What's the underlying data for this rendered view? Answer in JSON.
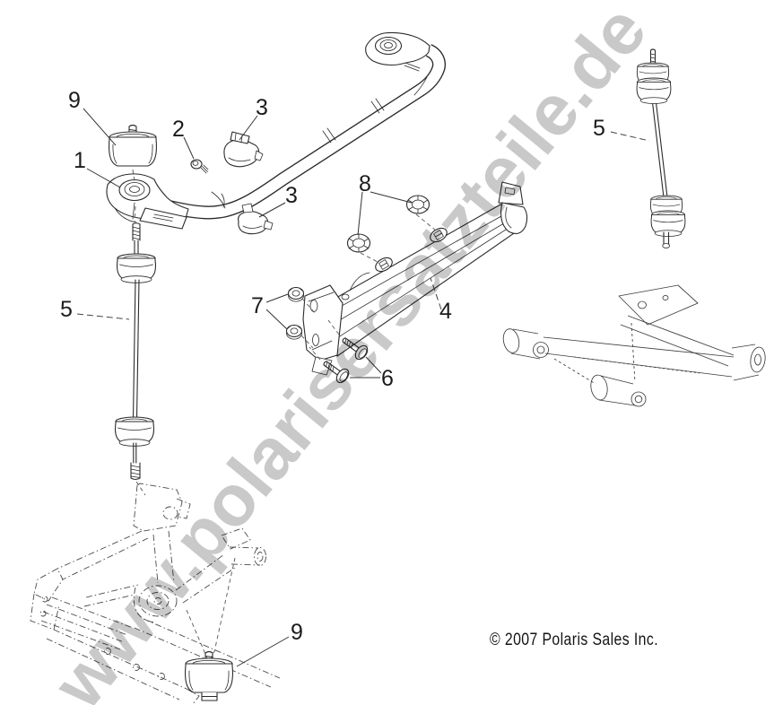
{
  "diagram": {
    "watermark": "www.polarisersatzteile.de",
    "copyright": "© 2007 Polaris Sales Inc.",
    "colors": {
      "background": "#ffffff",
      "line_art": "#2b2b2b",
      "phantom_lines": "#4a4a4a",
      "watermark": "#c9c9c9",
      "text": "#141414"
    },
    "callouts": [
      {
        "label": "9"
      },
      {
        "label": "1"
      },
      {
        "label": "2"
      },
      {
        "label": "3"
      },
      {
        "label": "3"
      },
      {
        "label": "8"
      },
      {
        "label": "5"
      },
      {
        "label": "5"
      },
      {
        "label": "7"
      },
      {
        "label": "4"
      },
      {
        "label": "6"
      },
      {
        "label": "9"
      }
    ]
  }
}
